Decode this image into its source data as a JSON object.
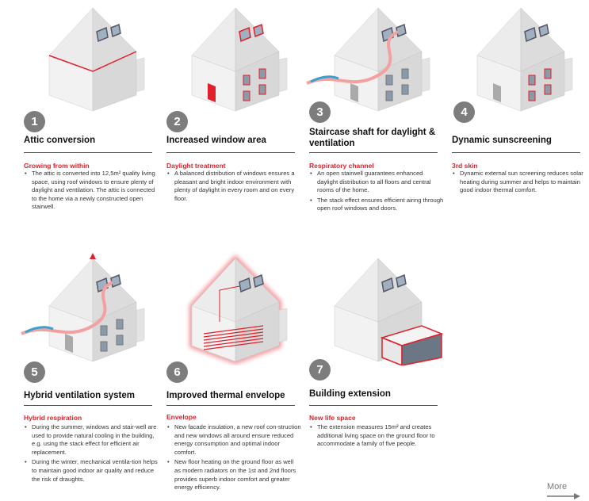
{
  "accent_color": "#e0202a",
  "cards": [
    {
      "number": "1",
      "title": "Attic conversion",
      "subtitle": "Growing from within",
      "bullets": [
        "The attic is converted into 12,5m² quality living space, using roof windows to ensure plenty of daylight and ventilation. The attic is connected to the home via a newly constructed open stairwell."
      ]
    },
    {
      "number": "2",
      "title": "Increased window area",
      "subtitle": "Daylight treatment",
      "bullets": [
        "A balanced distribution of windows ensures a pleasant and bright indoor environment with plenty of daylight in every room and on every floor."
      ]
    },
    {
      "number": "3",
      "title": "Staircase shaft for daylight & ventilation",
      "subtitle": "Respiratory channel",
      "bullets": [
        "An open stairwell guarantees enhanced daylight distribution to all floors and central rooms of the home.",
        "The stack effect ensures efficient airing through open roof windows and doors."
      ]
    },
    {
      "number": "4",
      "title": "Dynamic sunscreening",
      "subtitle": "3rd skin",
      "bullets": [
        "Dynamic external sun screening reduces solar heating during summer and helps to maintain good indoor thermal comfort."
      ]
    },
    {
      "number": "5",
      "title": "Hybrid ventilation system",
      "subtitle": "Hybrid respiration",
      "bullets": [
        "During the summer, windows and stair-well are used to provide natural cooling in the building, e.g. using the stack effect for efficient air replacement.",
        "During the winter, mechanical ventila-tion helps to maintain good indoor air quality and reduce the risk of draughts."
      ]
    },
    {
      "number": "6",
      "title": "Improved thermal envelope",
      "subtitle": "Envelope",
      "bullets": [
        "New facade insulation, a new roof con-struction and new windows all around ensure reduced energy consumption and optimal indoor comfort.",
        "New floor heating on the ground floor as well as modern radiators on the 1st and 2nd floors provides superb indoor comfort and greater energy efficiency."
      ]
    },
    {
      "number": "7",
      "title": "Building extension",
      "subtitle": "New life space",
      "bullets": [
        "The extension measures 15m² and creates additional living space on the ground floor to accommodate a family of five people."
      ]
    }
  ],
  "more_link": "More"
}
